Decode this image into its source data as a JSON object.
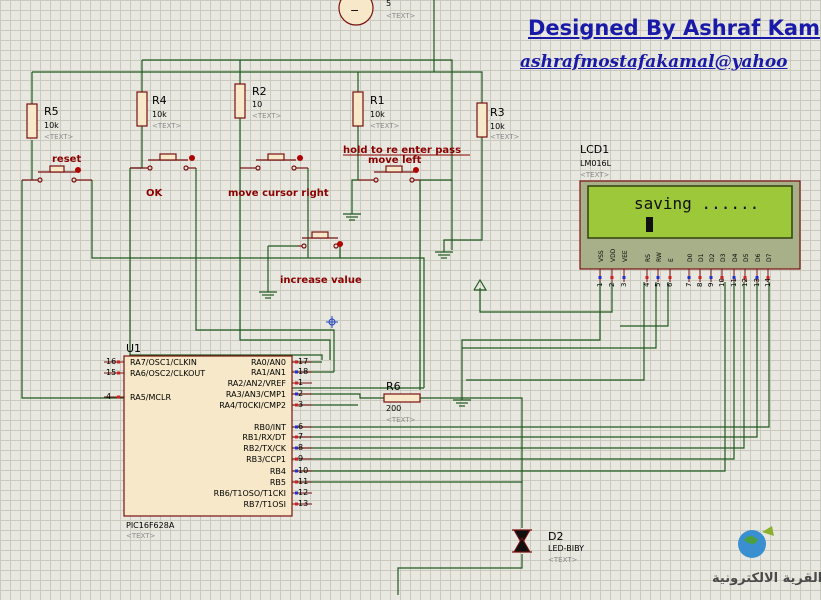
{
  "header": {
    "designer": "Designed By Ashraf Kam",
    "email": "ashrafmostafakamal@yahoo"
  },
  "supply": {
    "value": "5",
    "text_tag": "<TEXT>"
  },
  "resistors": {
    "r5": {
      "ref": "R5",
      "value": "10k",
      "tag": "<TEXT>"
    },
    "r4": {
      "ref": "R4",
      "value": "10k",
      "tag": "<TEXT>"
    },
    "r2": {
      "ref": "R2",
      "value": "10",
      "tag": "<TEXT>"
    },
    "r1": {
      "ref": "R1",
      "value": "10k",
      "tag": "<TEXT>"
    },
    "r3": {
      "ref": "R3",
      "value": "10k",
      "tag": "<TEXT>"
    },
    "r6": {
      "ref": "R6",
      "value": "200",
      "tag": "<TEXT>"
    }
  },
  "buttons": {
    "reset": "reset",
    "ok": "OK",
    "move_right": "move cursor right",
    "move_left": "move left",
    "increase": "increase value",
    "hold_note": "hold to re enter pass"
  },
  "lcd": {
    "ref": "LCD1",
    "part": "LM016L",
    "tag": "<TEXT>",
    "line1": "saving ......",
    "pins": [
      "VSS",
      "VDD",
      "VEE",
      "RS",
      "RW",
      "E",
      "D0",
      "D1",
      "D2",
      "D3",
      "D4",
      "D5",
      "D6",
      "D7"
    ],
    "pin_numbers": [
      "1",
      "2",
      "3",
      "4",
      "5",
      "6",
      "7",
      "8",
      "9",
      "10",
      "11",
      "12",
      "13",
      "14"
    ]
  },
  "mcu": {
    "ref": "U1",
    "part": "PIC16F628A",
    "tag": "<TEXT>",
    "left_pins": [
      {
        "num": "16",
        "name": "RA7/OSC1/CLKIN"
      },
      {
        "num": "15",
        "name": "RA6/OSC2/CLKOUT"
      },
      {
        "num": "4",
        "name": "RA5/MCLR"
      }
    ],
    "right_pins": [
      {
        "num": "17",
        "name": "RA0/AN0"
      },
      {
        "num": "18",
        "name": "RA1/AN1"
      },
      {
        "num": "1",
        "name": "RA2/AN2/VREF"
      },
      {
        "num": "2",
        "name": "RA3/AN3/CMP1"
      },
      {
        "num": "3",
        "name": "RA4/T0CKI/CMP2"
      },
      {
        "num": "6",
        "name": "RB0/INT"
      },
      {
        "num": "7",
        "name": "RB1/RX/DT"
      },
      {
        "num": "8",
        "name": "RB2/TX/CK"
      },
      {
        "num": "9",
        "name": "RB3/CCP1"
      },
      {
        "num": "10",
        "name": "RB4"
      },
      {
        "num": "11",
        "name": "RB5"
      },
      {
        "num": "12",
        "name": "RB6/T1OSO/T1CKI"
      },
      {
        "num": "13",
        "name": "RB7/T1OSI"
      }
    ]
  },
  "led": {
    "ref": "D2",
    "part": "LED-BIBY",
    "tag": "<TEXT>"
  },
  "watermark": {
    "text": "القرية الالكترونية"
  }
}
